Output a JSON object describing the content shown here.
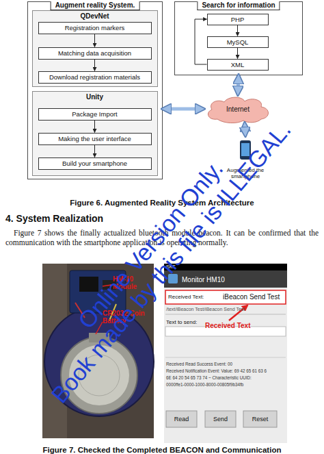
{
  "diagram": {
    "caption": "Figure 6. Augmented Reality System Architecture",
    "nodes": [
      {
        "text": [
          "Augment reality System."
        ]
      },
      {
        "text": [
          "QDevNet"
        ],
        "in": 0
      },
      {
        "text": [
          "Registration markers"
        ],
        "in": 1
      },
      {
        "text": [
          "Matching data acquisition"
        ],
        "in": 1
      },
      {
        "text": [
          "Download registration materials"
        ],
        "in": 1
      },
      {
        "text": [
          "Unity"
        ],
        "in": 0
      },
      {
        "text": [
          "Package Import"
        ],
        "in": 5
      },
      {
        "text": [
          "Making the user interface"
        ],
        "in": 5
      },
      {
        "text": [
          "Build your smartphone"
        ],
        "in": 5
      },
      {
        "text": [
          "Search for information"
        ]
      },
      {
        "text": [
          "PHP"
        ],
        "in": 9
      },
      {
        "text": [
          "MySQL"
        ],
        "in": 9
      },
      {
        "text": [
          "XML"
        ],
        "in": 9
      },
      {
        "text": [
          "Internet"
        ]
      },
      {
        "text": [
          "Augmented the smartphone"
        ]
      }
    ],
    "edges": [
      {
        "from": 2,
        "to": 3,
        "arrow": "to"
      },
      {
        "from": 3,
        "to": 4,
        "arrow": "to"
      },
      {
        "from": 6,
        "to": 7,
        "arrow": "to"
      },
      {
        "from": 7,
        "to": 8,
        "arrow": "to"
      },
      {
        "from": 10,
        "to": 11,
        "arrow": "to"
      },
      {
        "from": 11,
        "to": 12,
        "arrow": "to"
      },
      {
        "from": 12,
        "to": 10,
        "arrow": "to"
      },
      {
        "from": 0,
        "to": 13,
        "arrow": "both"
      },
      {
        "from": 9,
        "to": 13,
        "arrow": "both"
      },
      {
        "from": 13,
        "to": 14,
        "arrow": "both"
      }
    ],
    "labels": [
      "4. System Realization",
      "Figure 7 shows the finally actualized bluetooth module beacon. It can be confirmed that the communication with the smartphone application is operating normally.",
      "HM-10 Module",
      "CR2032 Coin Battery",
      "SKT",
      "Monitor HM10",
      "Received Text:",
      "iBeacon Send Test",
      "/text/iBeacon Test/iBeacon Send Test",
      "Text to send:",
      "Received Text",
      "Received Read Success Event: 00",
      "Received Notification Event: Value: 69 42 65 61 63 6",
      "6E 64 20 54 65 73 74  ~  Characteristic UUID:",
      "0000ffe1-0000-1000-8000-00805f9b34fb",
      "Read",
      "Send",
      "Reset",
      "Figure 7. Checked the Completed BEACON and Communication",
      "Online Version Only.",
      "Book made by this file is ILLEGAL."
    ]
  }
}
